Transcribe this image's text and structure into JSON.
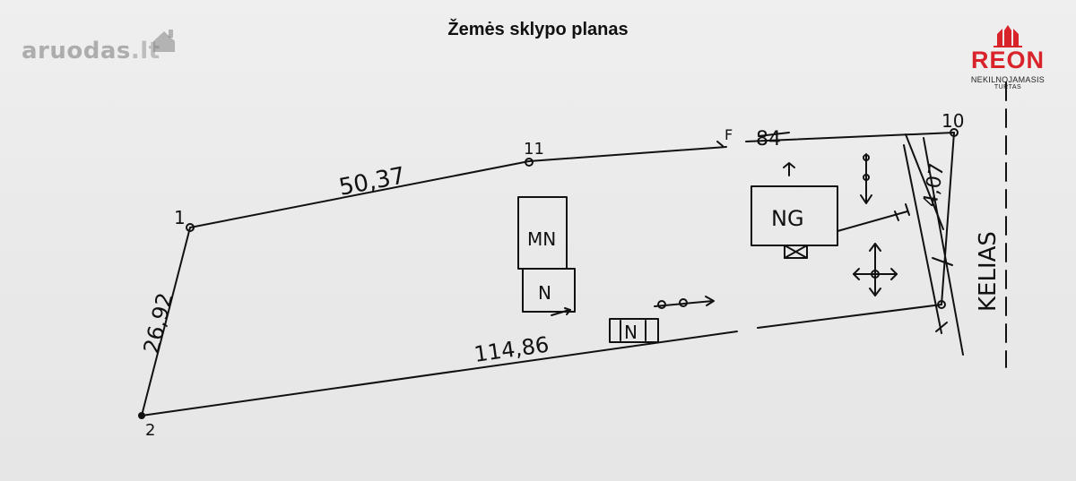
{
  "title": "Žemės sklypo planas",
  "watermark": {
    "text": "aruodas",
    "tld": ".lt"
  },
  "logo": {
    "brand": "REON",
    "subtitle_1": "NEKILNOJAMASIS",
    "subtitle_2": "TURTAS",
    "color": "#d9232b"
  },
  "plan": {
    "dimensions": {
      "top": "50,37",
      "bottom": "114,86",
      "left": "26,92",
      "right": "4,07",
      "top_right": "84"
    },
    "points": {
      "p1": "1",
      "p2": "2",
      "p10": "10",
      "p11": "11",
      "f": "F"
    },
    "buildings": {
      "main_top": "MN",
      "main_bottom": "N",
      "garage": "NG",
      "shed": "N"
    },
    "road": "KELIAS"
  },
  "colors": {
    "ink": "#111111",
    "paper": "#ececec",
    "brand_red": "#d9232b"
  }
}
